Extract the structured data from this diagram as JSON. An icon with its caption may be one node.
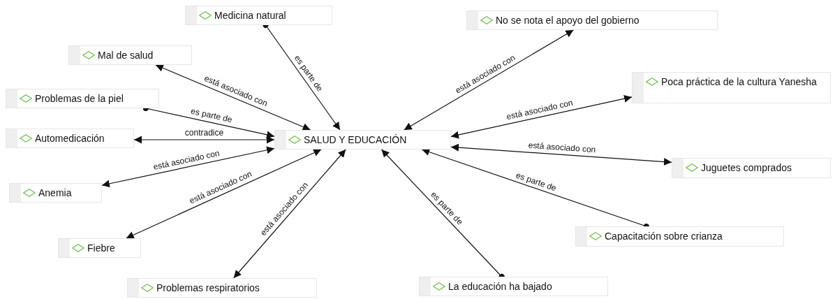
{
  "diagram": {
    "nodes": [
      {
        "text": [
          "Medicina natural"
        ]
      },
      {
        "text": [
          "No se nota el apoyo del gobierno"
        ]
      },
      {
        "text": [
          "Mal de salud"
        ]
      },
      {
        "text": [
          "Poca práctica de la cultura Yanesha"
        ]
      },
      {
        "text": [
          "Problemas de la piel"
        ]
      },
      {
        "text": [
          "Automedicación"
        ]
      },
      {
        "text": [
          "SALUD Y EDUCACIÓN"
        ]
      },
      {
        "text": [
          "Juguetes comprados"
        ]
      },
      {
        "text": [
          "Anemia"
        ]
      },
      {
        "text": [
          "Capacitación sobre crianza"
        ]
      },
      {
        "text": [
          "Fiebre"
        ]
      },
      {
        "text": [
          "Problemas respiratorios"
        ]
      },
      {
        "text": [
          "La educación ha bajado"
        ]
      }
    ],
    "edges": [
      {
        "from": 0,
        "to": 6,
        "arrow": "to",
        "label": "es parte de"
      },
      {
        "from": 6,
        "to": 1,
        "arrow": "both",
        "label": "está asociado con"
      },
      {
        "from": 6,
        "to": 2,
        "arrow": "both",
        "label": "está asociado con"
      },
      {
        "from": 6,
        "to": 3,
        "arrow": "both",
        "label": "está asociado con"
      },
      {
        "from": 4,
        "to": 6,
        "arrow": "to",
        "label": "es parte de"
      },
      {
        "from": 5,
        "to": 6,
        "arrow": "both",
        "label": "contradice"
      },
      {
        "from": 6,
        "to": 7,
        "arrow": "both",
        "label": "está asociado con"
      },
      {
        "from": 6,
        "to": 8,
        "arrow": "both",
        "label": "está asociado con"
      },
      {
        "from": 6,
        "to": 10,
        "arrow": "both",
        "label": "está asociado con"
      },
      {
        "from": 6,
        "to": 11,
        "arrow": "both",
        "label": "está asociado con"
      },
      {
        "from": 9,
        "to": 6,
        "arrow": "to",
        "label": "es parte de"
      },
      {
        "from": 12,
        "to": 6,
        "arrow": "to",
        "label": "es parte de"
      }
    ]
  }
}
